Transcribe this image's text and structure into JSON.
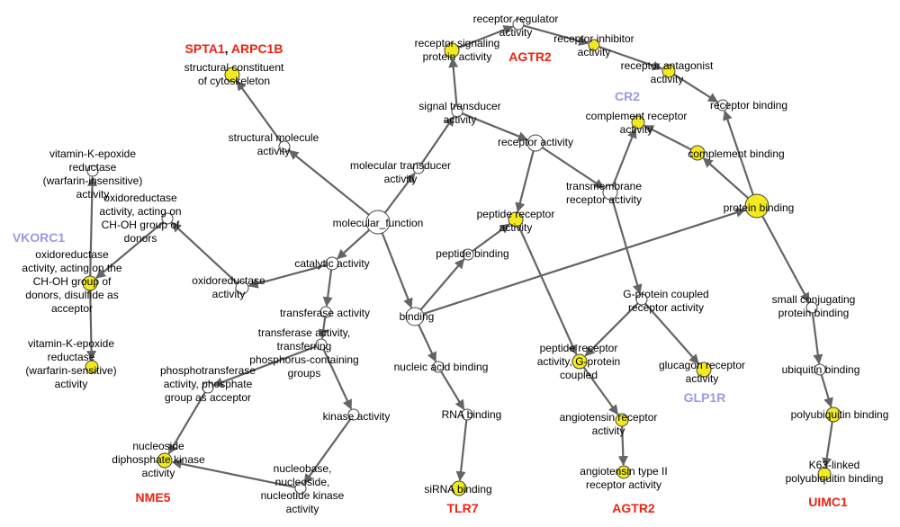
{
  "colors": {
    "highlight": "#f2ea1e",
    "plain": "#ffffff",
    "edge": "#646464",
    "gene_red": "#ee2211",
    "gene_blue": "#9a9ae6",
    "gene_black": "#000000"
  },
  "nodes": [
    {
      "id": "receptor_regulator",
      "label": [
        "receptor regulator",
        "activity"
      ],
      "highlight": false
    },
    {
      "id": "receptor_signaling",
      "label": [
        "receptor signaling",
        "protein activity"
      ],
      "highlight": true
    },
    {
      "id": "receptor_inhibitor",
      "label": [
        "receptor inhibitor",
        "activity"
      ],
      "highlight": true
    },
    {
      "id": "receptor_antagonist",
      "label": [
        "receptor antagonist",
        "activity"
      ],
      "highlight": true
    },
    {
      "id": "structural_constituent",
      "label": [
        "structural constituent",
        "of cytoskeleton"
      ],
      "highlight": true
    },
    {
      "id": "receptor_binding",
      "label": [
        "receptor binding"
      ],
      "highlight": false
    },
    {
      "id": "signal_transducer",
      "label": [
        "signal transducer",
        "activity"
      ],
      "highlight": false
    },
    {
      "id": "complement_receptor",
      "label": [
        "complement receptor",
        "activity"
      ],
      "highlight": true
    },
    {
      "id": "structural_molecule",
      "label": [
        "structural molecule",
        "activity"
      ],
      "highlight": false
    },
    {
      "id": "receptor_activity",
      "label": [
        "receptor activity"
      ],
      "highlight": false
    },
    {
      "id": "complement_binding",
      "label": [
        "complement binding"
      ],
      "highlight": true
    },
    {
      "id": "vkor_insensitive",
      "label": [
        "vitamin-K-epoxide",
        "reductase",
        "(warfarin-insensitive)",
        "activity"
      ],
      "highlight": false
    },
    {
      "id": "molecular_transducer",
      "label": [
        "molecular transducer",
        "activity"
      ],
      "highlight": false
    },
    {
      "id": "transmembrane_receptor",
      "label": [
        "transmembrane",
        "receptor activity"
      ],
      "highlight": false
    },
    {
      "id": "oxidoreductase_ch_oh",
      "label": [
        "oxidoreductase",
        "activity, acting on",
        "CH-OH group of",
        "donors"
      ],
      "highlight": false
    },
    {
      "id": "protein_binding",
      "label": [
        "protein binding"
      ],
      "highlight": true
    },
    {
      "id": "peptide_receptor",
      "label": [
        "peptide receptor",
        "activity"
      ],
      "highlight": true
    },
    {
      "id": "molecular_function",
      "label": [
        "molecular_function"
      ],
      "highlight": false
    },
    {
      "id": "peptide_binding",
      "label": [
        "peptide binding"
      ],
      "highlight": false
    },
    {
      "id": "oxidoreductase_disulfide",
      "label": [
        "oxidoreductase",
        "activity, acting on the",
        "CH-OH group of",
        "donors, disulfide as",
        "acceptor"
      ],
      "highlight": true
    },
    {
      "id": "catalytic_activity",
      "label": [
        "catalytic activity"
      ],
      "highlight": false
    },
    {
      "id": "oxidoreductase_activity",
      "label": [
        "oxidoreductase",
        "activity"
      ],
      "highlight": false
    },
    {
      "id": "gpcr_activity",
      "label": [
        "G-protein coupled",
        "receptor activity"
      ],
      "highlight": false
    },
    {
      "id": "small_conjugating",
      "label": [
        "small conjugating",
        "protein binding"
      ],
      "highlight": false
    },
    {
      "id": "transferase_activity",
      "label": [
        "transferase activity"
      ],
      "highlight": false
    },
    {
      "id": "binding",
      "label": [
        "binding"
      ],
      "highlight": false
    },
    {
      "id": "transferase_phosphorus",
      "label": [
        "transferase activity,",
        "transferring",
        "phosphorus-containing",
        "groups"
      ],
      "highlight": false
    },
    {
      "id": "vkor_sensitive",
      "label": [
        "vitamin-K-epoxide",
        "reductase",
        "(warfarin-sensitive)",
        "activity"
      ],
      "highlight": true
    },
    {
      "id": "peptide_receptor_gprotein",
      "label": [
        "peptide receptor",
        "activity, G-protein",
        "coupled"
      ],
      "highlight": true
    },
    {
      "id": "nucleic_acid_binding",
      "label": [
        "nucleic acid binding"
      ],
      "highlight": false
    },
    {
      "id": "phosphotransferase",
      "label": [
        "phosphotransferase",
        "activity, phosphate",
        "group as acceptor"
      ],
      "highlight": false
    },
    {
      "id": "glucagon_receptor",
      "label": [
        "glucagon receptor",
        "activity"
      ],
      "highlight": true
    },
    {
      "id": "ubiquitin_binding",
      "label": [
        "ubiquitin binding"
      ],
      "highlight": false
    },
    {
      "id": "kinase_activity",
      "label": [
        "kinase activity"
      ],
      "highlight": false
    },
    {
      "id": "rna_binding",
      "label": [
        "RNA binding"
      ],
      "highlight": false
    },
    {
      "id": "polyubiquitin_binding",
      "label": [
        "polyubiquitin binding"
      ],
      "highlight": true
    },
    {
      "id": "angiotensin_receptor",
      "label": [
        "angiotensin receptor",
        "activity"
      ],
      "highlight": true
    },
    {
      "id": "nucleoside_diphosphate_kinase",
      "label": [
        "nucleoside",
        "diphosphate kinase",
        "activity"
      ],
      "highlight": true
    },
    {
      "id": "nucleobase_kinase",
      "label": [
        "nucleobase,",
        "nucleoside,",
        "nucleotide kinase",
        "activity"
      ],
      "highlight": false
    },
    {
      "id": "k63_polyubiquitin",
      "label": [
        "K63-linked",
        "polyubiquitin binding"
      ],
      "highlight": true
    },
    {
      "id": "angiotensin_type2",
      "label": [
        "angiotensin type II",
        "receptor activity"
      ],
      "highlight": true
    },
    {
      "id": "sirna_binding",
      "label": [
        "siRNA binding"
      ],
      "highlight": true
    }
  ],
  "edges": [
    {
      "from": "molecular_function",
      "to": "structural_molecule"
    },
    {
      "from": "structural_molecule",
      "to": "structural_constituent"
    },
    {
      "from": "molecular_function",
      "to": "molecular_transducer"
    },
    {
      "from": "molecular_transducer",
      "to": "signal_transducer"
    },
    {
      "from": "signal_transducer",
      "to": "receptor_signaling"
    },
    {
      "from": "receptor_signaling",
      "to": "receptor_regulator"
    },
    {
      "from": "receptor_regulator",
      "to": "receptor_inhibitor"
    },
    {
      "from": "receptor_inhibitor",
      "to": "receptor_antagonist"
    },
    {
      "from": "receptor_antagonist",
      "to": "receptor_binding"
    },
    {
      "from": "signal_transducer",
      "to": "receptor_activity"
    },
    {
      "from": "receptor_activity",
      "to": "peptide_receptor"
    },
    {
      "from": "receptor_activity",
      "to": "transmembrane_receptor"
    },
    {
      "from": "transmembrane_receptor",
      "to": "complement_receptor"
    },
    {
      "from": "transmembrane_receptor",
      "to": "gpcr_activity"
    },
    {
      "from": "gpcr_activity",
      "to": "glucagon_receptor"
    },
    {
      "from": "gpcr_activity",
      "to": "peptide_receptor_gprotein"
    },
    {
      "from": "peptide_receptor",
      "to": "peptide_receptor_gprotein"
    },
    {
      "from": "peptide_receptor_gprotein",
      "to": "angiotensin_receptor"
    },
    {
      "from": "angiotensin_receptor",
      "to": "angiotensin_type2"
    },
    {
      "from": "molecular_function",
      "to": "binding"
    },
    {
      "from": "binding",
      "to": "peptide_binding"
    },
    {
      "from": "peptide_binding",
      "to": "peptide_receptor"
    },
    {
      "from": "binding",
      "to": "protein_binding"
    },
    {
      "from": "binding",
      "to": "nucleic_acid_binding"
    },
    {
      "from": "nucleic_acid_binding",
      "to": "rna_binding"
    },
    {
      "from": "rna_binding",
      "to": "sirna_binding"
    },
    {
      "from": "protein_binding",
      "to": "receptor_binding"
    },
    {
      "from": "protein_binding",
      "to": "complement_binding"
    },
    {
      "from": "complement_binding",
      "to": "complement_receptor"
    },
    {
      "from": "protein_binding",
      "to": "small_conjugating"
    },
    {
      "from": "small_conjugating",
      "to": "ubiquitin_binding"
    },
    {
      "from": "ubiquitin_binding",
      "to": "polyubiquitin_binding"
    },
    {
      "from": "polyubiquitin_binding",
      "to": "k63_polyubiquitin"
    },
    {
      "from": "molecular_function",
      "to": "catalytic_activity"
    },
    {
      "from": "catalytic_activity",
      "to": "oxidoreductase_activity"
    },
    {
      "from": "oxidoreductase_activity",
      "to": "oxidoreductase_ch_oh"
    },
    {
      "from": "oxidoreductase_ch_oh",
      "to": "oxidoreductase_disulfide"
    },
    {
      "from": "oxidoreductase_disulfide",
      "to": "vkor_insensitive"
    },
    {
      "from": "oxidoreductase_disulfide",
      "to": "vkor_sensitive"
    },
    {
      "from": "catalytic_activity",
      "to": "transferase_activity"
    },
    {
      "from": "transferase_activity",
      "to": "transferase_phosphorus"
    },
    {
      "from": "transferase_phosphorus",
      "to": "phosphotransferase"
    },
    {
      "from": "transferase_phosphorus",
      "to": "kinase_activity"
    },
    {
      "from": "phosphotransferase",
      "to": "nucleoside_diphosphate_kinase"
    },
    {
      "from": "kinase_activity",
      "to": "nucleobase_kinase"
    },
    {
      "from": "nucleobase_kinase",
      "to": "nucleoside_diphosphate_kinase"
    }
  ],
  "gene_labels": [
    {
      "id": "spta1_arpc1b",
      "parts": [
        {
          "text": "SPTA1",
          "color": "red"
        },
        {
          "text": ", ",
          "color": "black"
        },
        {
          "text": "ARPC1B",
          "color": "red"
        }
      ]
    },
    {
      "id": "agtr2_top",
      "parts": [
        {
          "text": "AGTR2",
          "color": "red"
        }
      ]
    },
    {
      "id": "cr2",
      "parts": [
        {
          "text": "CR2",
          "color": "blue"
        }
      ]
    },
    {
      "id": "vkorc1",
      "parts": [
        {
          "text": "VKORC1",
          "color": "blue"
        }
      ]
    },
    {
      "id": "glp1r",
      "parts": [
        {
          "text": "GLP1R",
          "color": "blue"
        }
      ]
    },
    {
      "id": "nme5",
      "parts": [
        {
          "text": "NME5",
          "color": "red"
        }
      ]
    },
    {
      "id": "tlr7",
      "parts": [
        {
          "text": "TLR7",
          "color": "red"
        }
      ]
    },
    {
      "id": "agtr2_bottom",
      "parts": [
        {
          "text": "AGTR2",
          "color": "red"
        }
      ]
    },
    {
      "id": "uimc1",
      "parts": [
        {
          "text": "UIMC1",
          "color": "red"
        }
      ]
    }
  ]
}
